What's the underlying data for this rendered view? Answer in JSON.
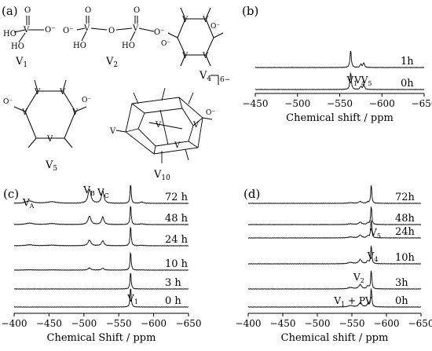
{
  "panels": {
    "a": {
      "tag": "(a)",
      "structures": [
        {
          "label": "V",
          "sub": "1"
        },
        {
          "label": "V",
          "sub": "2"
        },
        {
          "label": "V",
          "sub": "4"
        },
        {
          "label": "V",
          "sub": "5"
        },
        {
          "label": "V",
          "sub": "10"
        }
      ],
      "atoms": {
        "v": "V",
        "o": "O",
        "oh": "HO",
        "om": "O⁻",
        "charge": "6−"
      }
    },
    "b": {
      "tag": "(b)"
    },
    "c": {
      "tag": "(c)"
    },
    "d": {
      "tag": "(d)"
    }
  },
  "chart_data": [
    {
      "panel": "b",
      "type": "line",
      "xlabel": "Chemical shift / ppm",
      "xlim": [
        -450,
        -650
      ],
      "xticks": [
        -450,
        -500,
        -550,
        -600,
        -650
      ],
      "traces": [
        "0h",
        "1h"
      ],
      "peaks": [
        {
          "x": -563,
          "h": 1.0
        },
        {
          "x": -575,
          "h": 0.12
        },
        {
          "x": -578,
          "h": 0.18
        }
      ],
      "annotations": [
        {
          "label": "V",
          "sub": "1",
          "x": -563
        },
        {
          "label": "V",
          "sub": "4",
          "x": -572
        },
        {
          "label": "V",
          "sub": "5",
          "x": -580
        }
      ]
    },
    {
      "panel": "c",
      "type": "line",
      "xlabel": "Chemical Shift / ppm",
      "xlim": [
        -400,
        -650
      ],
      "xticks": [
        -400,
        -450,
        -500,
        -550,
        -600,
        -650
      ],
      "traces": [
        "0 h",
        "3 h",
        "10 h",
        "24 h",
        "48 h",
        "72 h"
      ],
      "annotations": [
        {
          "label": "V",
          "sub": "A",
          "x": -422
        },
        {
          "label": "V",
          "sub": "B",
          "x": -508
        },
        {
          "label": "V",
          "sub": "C",
          "x": -527
        },
        {
          "label": "V",
          "sub": "1",
          "x": -567
        }
      ]
    },
    {
      "panel": "d",
      "type": "line",
      "xlabel": "Chemical shift / ppm",
      "xlim": [
        -400,
        -650
      ],
      "xticks": [
        -400,
        -450,
        -500,
        -550,
        -600,
        -650
      ],
      "traces": [
        "0h",
        "3h",
        "10h",
        "24h",
        "48h",
        "72h"
      ],
      "annotations": [
        {
          "label": "V",
          "sub": "1",
          "suffix": " + PV",
          "x": -540
        },
        {
          "label": "V",
          "sub": "2",
          "x": -562
        },
        {
          "label": "V",
          "sub": "4",
          "x": -578
        },
        {
          "label": "V",
          "sub": "5",
          "x": -581
        }
      ]
    }
  ]
}
